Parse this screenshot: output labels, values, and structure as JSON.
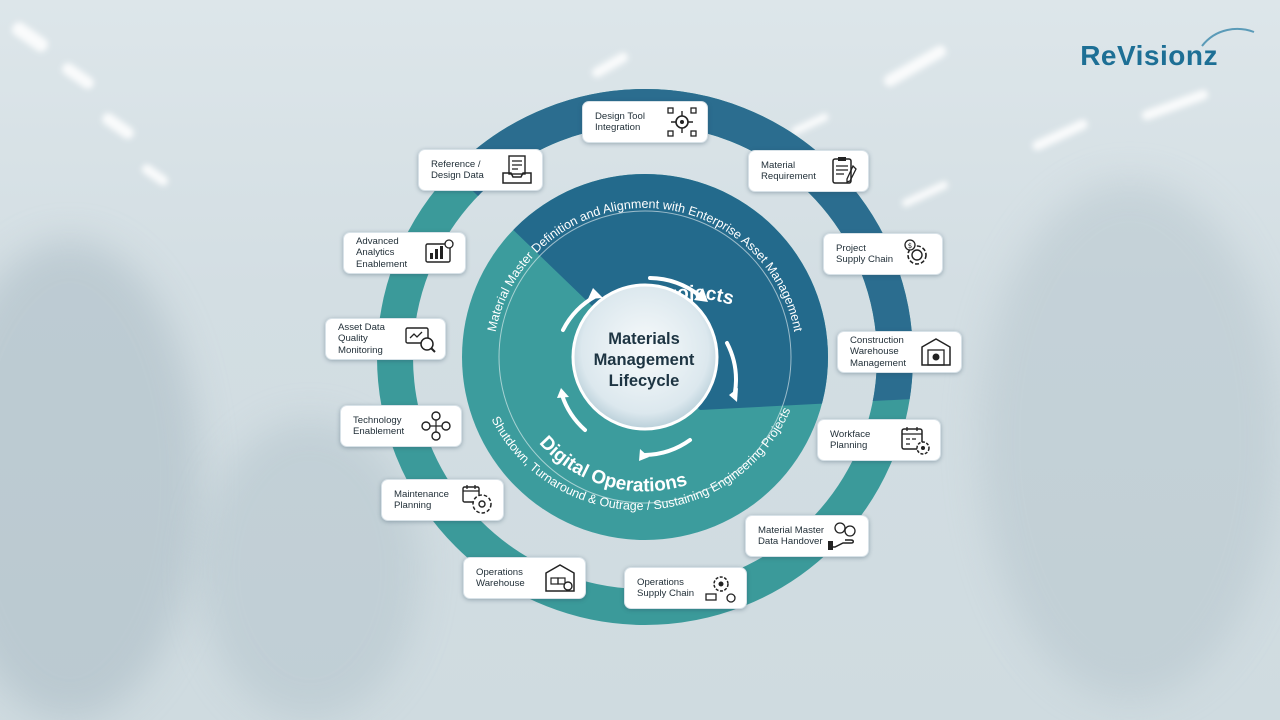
{
  "brand": {
    "logo_text": "ReVisionz",
    "logo_color": "#1d6f95"
  },
  "diagram": {
    "center_title": "Materials\nManagement\nLifecycle",
    "upper_label": "Digital Projects",
    "lower_label": "Digital Operations",
    "upper_arc_text": "Material Master Definition and Alignment with Enterprise Asset Management",
    "lower_arc_text": "Shutdown, Turnaround & Outrage / Sustaining Engineering Projects",
    "colors": {
      "projects": "#236a8c",
      "operations": "#3c9c9d",
      "ring_projects": "#2b6d8f",
      "ring_operations": "#3b9a9a"
    }
  },
  "cards": {
    "design_tool": {
      "label": "Design Tool\nIntegration",
      "icon": "gear-network-icon"
    },
    "material_req": {
      "label": "Material\nRequirement",
      "icon": "clipboard-icon"
    },
    "project_supply": {
      "label": "Project\nSupply Chain",
      "icon": "gear-dollar-icon"
    },
    "construction_wh": {
      "label": "Construction\nWarehouse\nManagement",
      "icon": "warehouse-gear-icon"
    },
    "workface": {
      "label": "Workface\nPlanning",
      "icon": "calendar-gear-icon"
    },
    "mm_handover": {
      "label": "Material Master\nData Handover",
      "icon": "hand-coins-icon"
    },
    "ops_supply": {
      "label": "Operations\nSupply Chain",
      "icon": "truck-gear-icon"
    },
    "ops_wh": {
      "label": "Operations\nWarehouse",
      "icon": "warehouse-icon"
    },
    "maintenance": {
      "label": "Maintenance\nPlanning",
      "icon": "calendar-cog-icon"
    },
    "technology": {
      "label": "Technology\nEnablement",
      "icon": "tech-nodes-icon"
    },
    "asset_quality": {
      "label": "Asset Data\nQuality\nMonitoring",
      "icon": "monitor-search-icon"
    },
    "analytics": {
      "label": "Advanced\nAnalytics\nEnablement",
      "icon": "analytics-icon"
    },
    "reference": {
      "label": "Reference /\nDesign Data",
      "icon": "document-tray-icon"
    }
  }
}
